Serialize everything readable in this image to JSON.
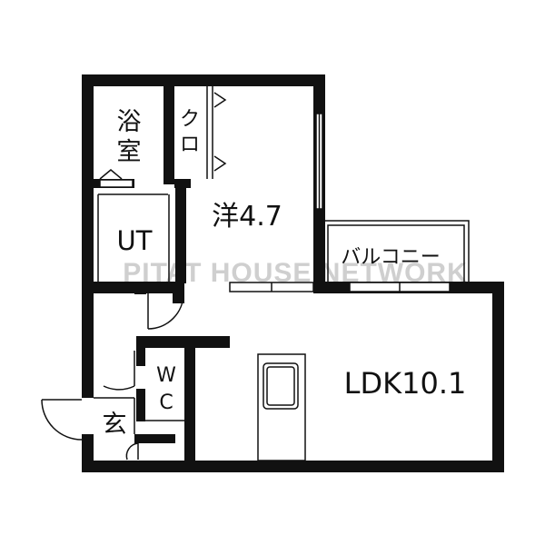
{
  "plan": {
    "rooms": {
      "bath_line1": "浴",
      "bath_line2": "室",
      "closet_line1": "ク",
      "closet_line2": "ロ",
      "western": "洋4.7",
      "utility": "UT",
      "balcony": "バルコニー",
      "ldk": "LDK10.1",
      "wc_line1": "W",
      "wc_line2": "C",
      "entrance": "玄"
    },
    "watermark": "PITAT HOUSE NETWORK"
  }
}
